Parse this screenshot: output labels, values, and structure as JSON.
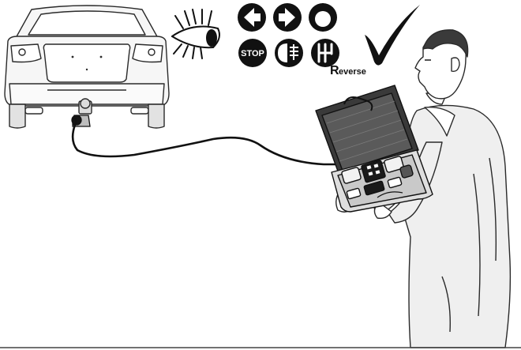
{
  "icons": {
    "stop_label": "STOP",
    "reverse_label": "everse",
    "reverse_initial": "R"
  },
  "colors": {
    "line": "#2a2a2a",
    "ink": "#111111",
    "car_body": "#f6f6f6",
    "coat": "#efefef",
    "case_dark": "#3a3a3a"
  },
  "icon_names": [
    "eye-icon",
    "left-indicator-icon",
    "right-indicator-icon",
    "hazard-light-icon",
    "stop-light-icon",
    "rear-fog-light-icon",
    "reverse-light-icon",
    "checkmark-icon"
  ]
}
